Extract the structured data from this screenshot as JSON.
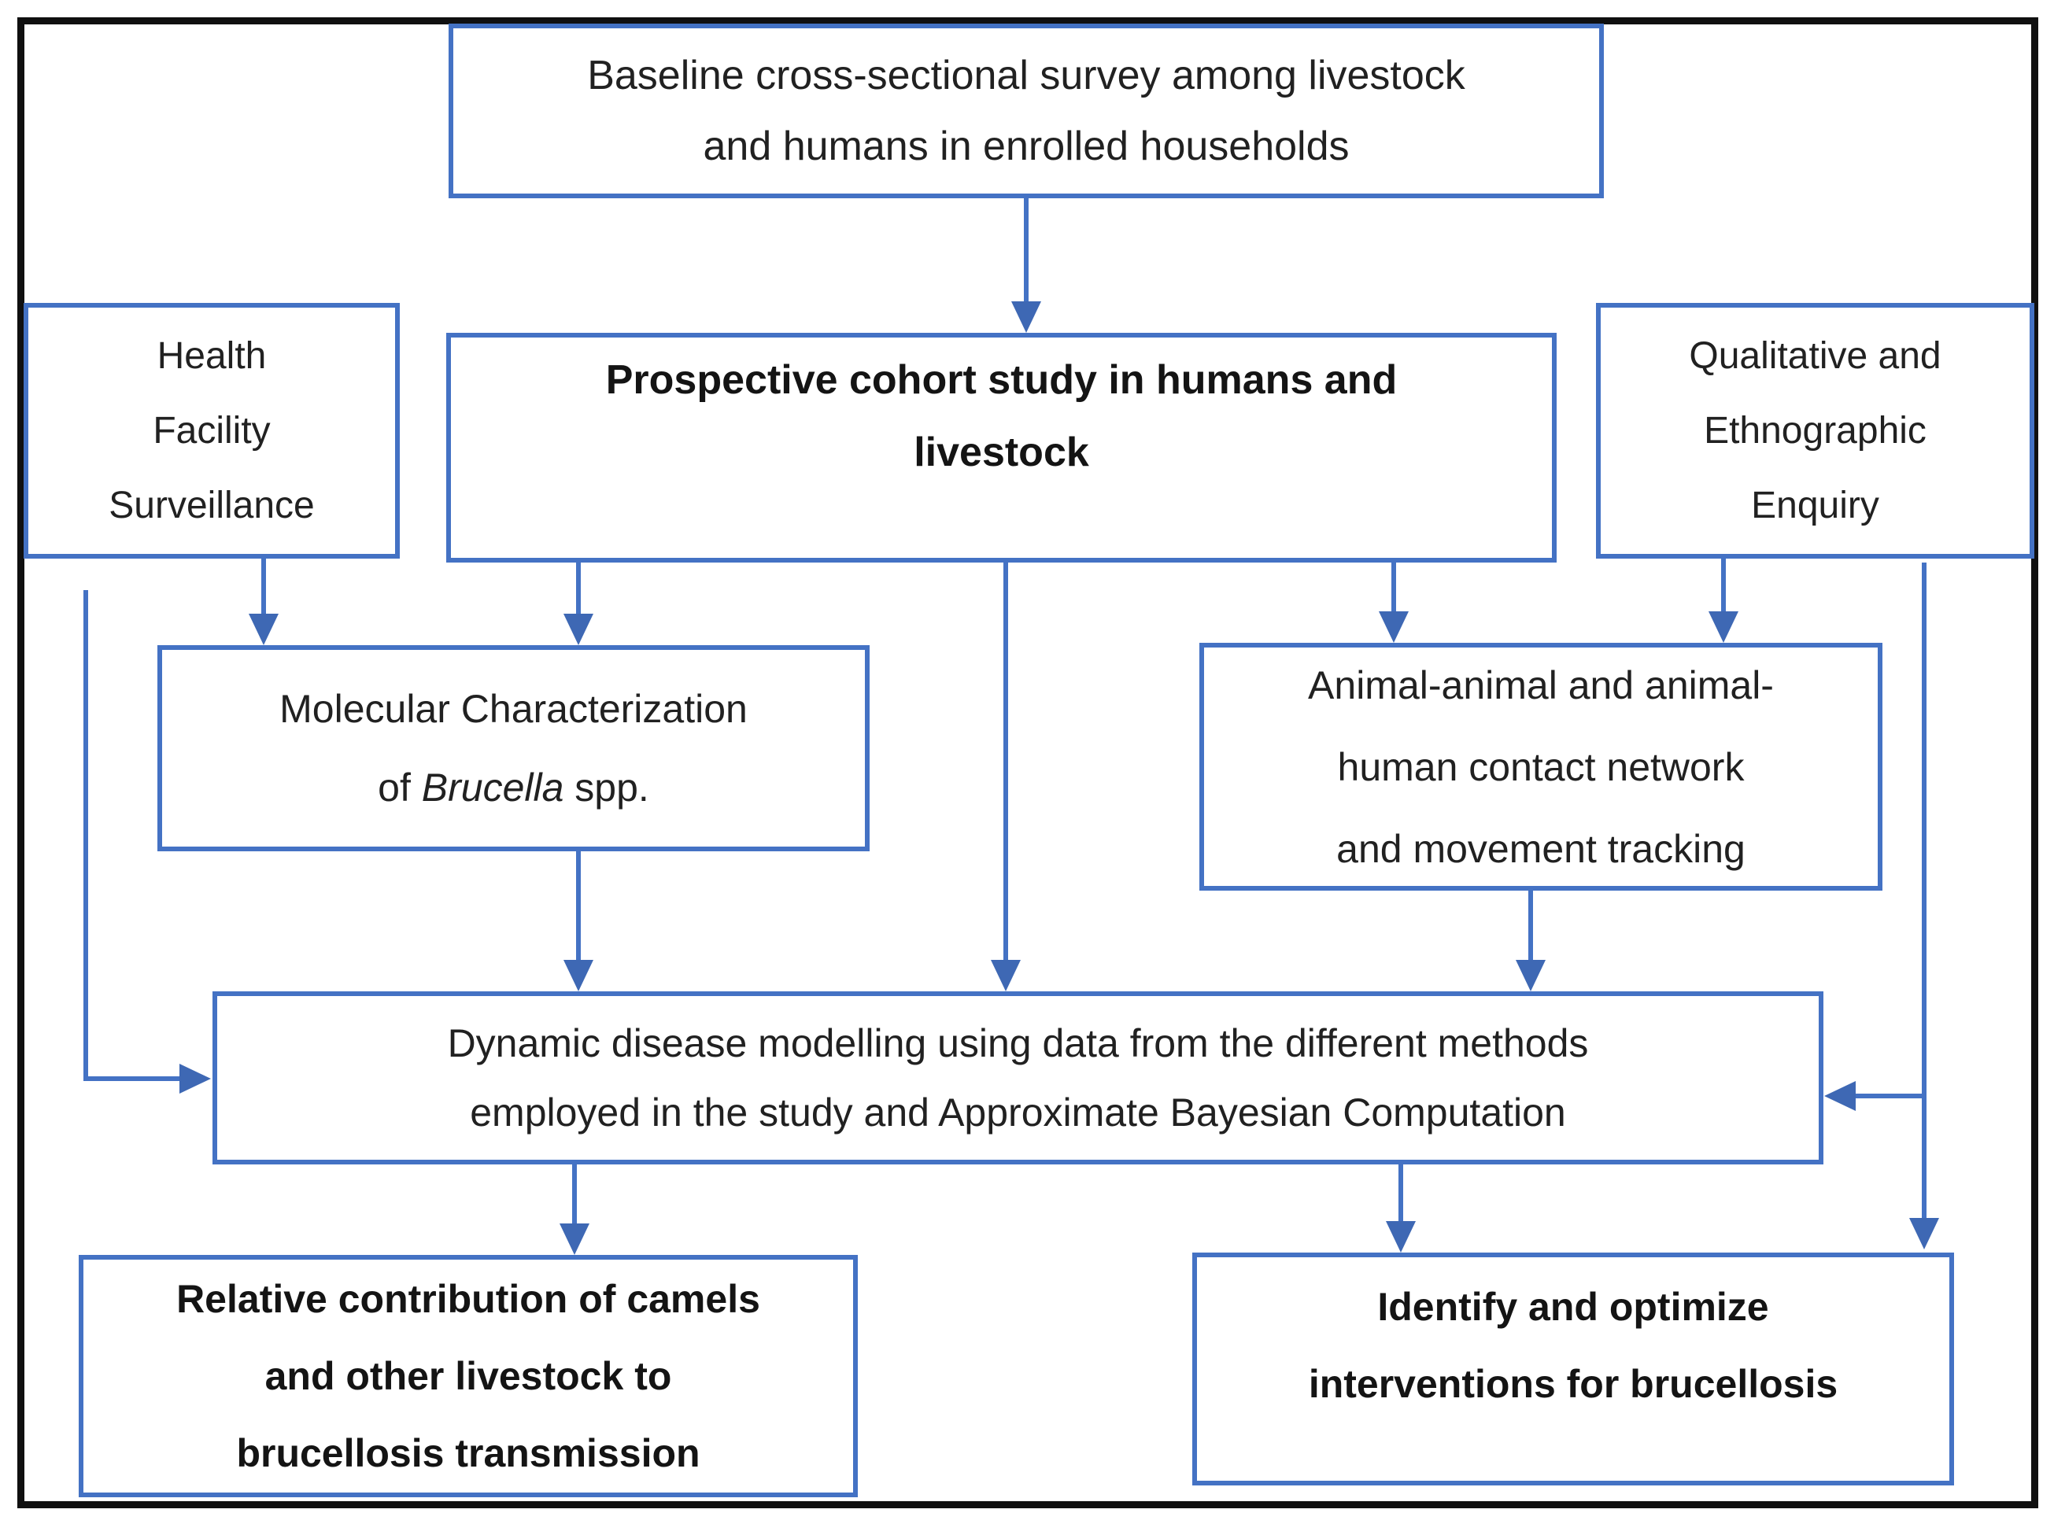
{
  "figure": {
    "type": "flowchart",
    "accent_color": "#4472C4",
    "frame_color": "#101010",
    "background_color": "#ffffff"
  },
  "nodes": {
    "baseline": {
      "lines": [
        "Baseline cross-sectional survey among livestock",
        "and humans in enrolled households"
      ],
      "bold": false
    },
    "health": {
      "lines": [
        "Health",
        "Facility",
        "Surveillance"
      ],
      "bold": false
    },
    "cohort": {
      "lines": [
        "Prospective cohort study in humans and",
        "livestock"
      ],
      "bold": true
    },
    "qualitative": {
      "lines": [
        "Qualitative and",
        "Ethnographic",
        "Enquiry"
      ],
      "bold": false
    },
    "molecular": {
      "line1": "Molecular Characterization",
      "line2_prefix": "of ",
      "line2_italic": "Brucella",
      "line2_suffix": " spp.",
      "bold": false
    },
    "animal": {
      "lines": [
        "Animal-animal and animal-",
        "human contact network",
        "and movement tracking"
      ],
      "bold": false
    },
    "dynamic": {
      "lines": [
        "Dynamic disease modelling using data from the different methods",
        "employed in the study and Approximate Bayesian Computation"
      ],
      "bold": false
    },
    "relative": {
      "lines": [
        "Relative contribution of camels",
        "and other livestock to",
        "brucellosis transmission"
      ],
      "bold": true
    },
    "identify": {
      "lines": [
        "Identify and optimize",
        "interventions for brucellosis"
      ],
      "bold": true
    }
  },
  "edges": [
    {
      "from": "baseline-survey",
      "to": "prospective-cohort"
    },
    {
      "from": "health-facility-surveillance",
      "to": "molecular-characterization"
    },
    {
      "from": "prospective-cohort",
      "to": "molecular-characterization"
    },
    {
      "from": "prospective-cohort",
      "to": "contact-network"
    },
    {
      "from": "qualitative-enquiry",
      "to": "contact-network"
    },
    {
      "from": "prospective-cohort",
      "to": "dynamic-modelling"
    },
    {
      "from": "molecular-characterization",
      "to": "dynamic-modelling"
    },
    {
      "from": "contact-network",
      "to": "dynamic-modelling"
    },
    {
      "from": "health-facility-surveillance",
      "to": "dynamic-modelling"
    },
    {
      "from": "qualitative-enquiry",
      "to": "dynamic-modelling"
    },
    {
      "from": "qualitative-enquiry",
      "to": "identify-interventions"
    },
    {
      "from": "dynamic-modelling",
      "to": "relative-contribution"
    },
    {
      "from": "dynamic-modelling",
      "to": "identify-interventions"
    }
  ]
}
